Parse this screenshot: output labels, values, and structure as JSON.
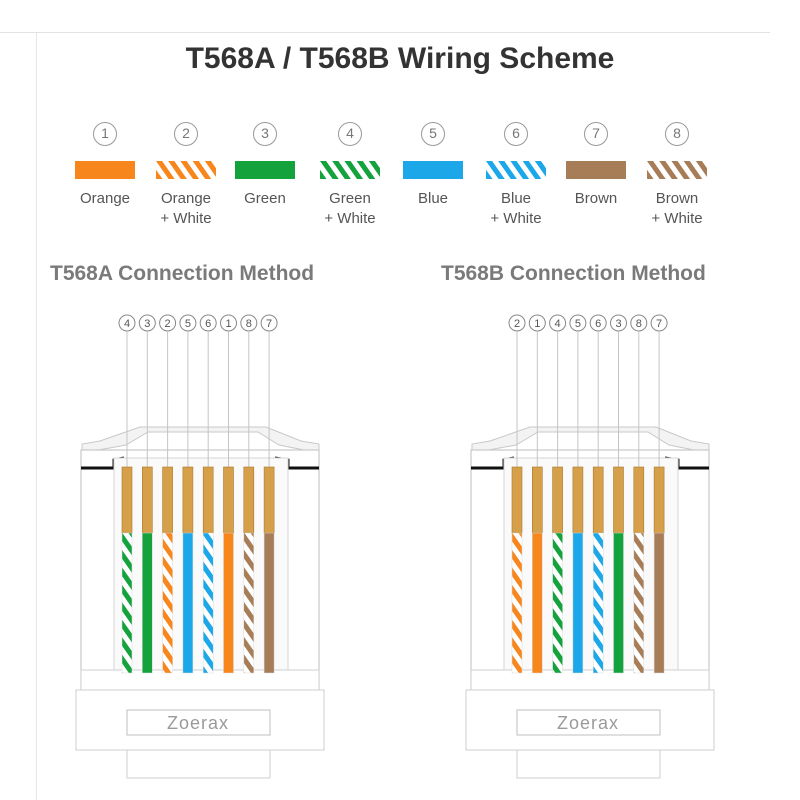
{
  "title": "T568A / T568B Wiring Scheme",
  "legend": [
    {
      "num": "1",
      "name": "Orange",
      "sub": "",
      "color": "#f7861d",
      "striped": false
    },
    {
      "num": "2",
      "name": "Orange",
      "sub": "+ White",
      "color": "#f7861d",
      "striped": true
    },
    {
      "num": "3",
      "name": "Green",
      "sub": "",
      "color": "#14a23c",
      "striped": false
    },
    {
      "num": "4",
      "name": "Green",
      "sub": "+ White",
      "color": "#14a23c",
      "striped": true
    },
    {
      "num": "5",
      "name": "Blue",
      "sub": "",
      "color": "#1ba7e8",
      "striped": false
    },
    {
      "num": "6",
      "name": "Blue",
      "sub": "+ White",
      "color": "#1ba7e8",
      "striped": true
    },
    {
      "num": "7",
      "name": "Brown",
      "sub": "",
      "color": "#a77d58",
      "striped": false
    },
    {
      "num": "8",
      "name": "Brown",
      "sub": "+ White",
      "color": "#a77d58",
      "striped": true
    }
  ],
  "t568a": {
    "heading": "T568A Connection Method",
    "order": [
      "4",
      "3",
      "2",
      "5",
      "6",
      "1",
      "8",
      "7"
    ],
    "brand": "Zoerax"
  },
  "t568b": {
    "heading": "T568B Connection Method",
    "order": [
      "2",
      "1",
      "4",
      "5",
      "6",
      "3",
      "8",
      "7"
    ],
    "brand": "Zoerax"
  }
}
